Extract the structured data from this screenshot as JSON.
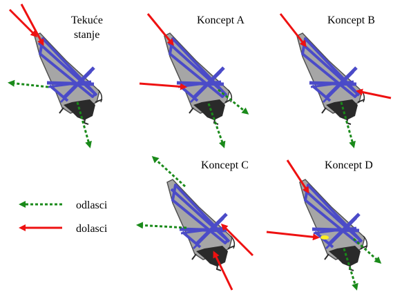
{
  "colors": {
    "arrival": "#ee1111",
    "departure": "#1a8a1a",
    "runway": "#4b4bc8",
    "terminal_fill": "#a6a6a6",
    "terminal_stroke": "#505050",
    "terminal_dark": "#2a2a2a",
    "highlight": "#ffee22"
  },
  "titles": {
    "current_line1": "Tekuće",
    "current_line2": "stanje",
    "concept_a": "Koncept A",
    "concept_b": "Koncept B",
    "concept_c": "Koncept C",
    "concept_d": "Koncept D"
  },
  "legend": {
    "departures": "odlasci",
    "arrivals": "dolasci"
  }
}
